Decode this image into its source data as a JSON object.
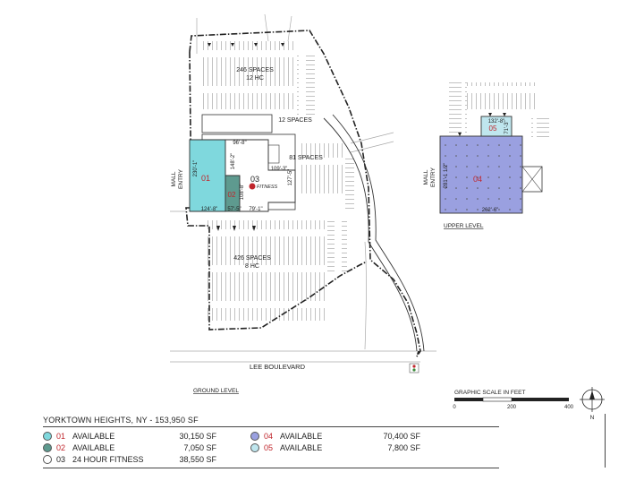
{
  "map": {
    "parking": {
      "north": [
        "246 SPACES",
        "12 HC"
      ],
      "east_small": "12 SPACES",
      "east": "81 SPACES",
      "south": [
        "426 SPACES",
        "8 HC"
      ]
    },
    "mall_entry_left": [
      "MALL",
      "ENTRY"
    ],
    "mall_entry_right": [
      "MALL",
      "ENTRY"
    ],
    "road": "LEE BOULEVARD",
    "ground_level": "GROUND LEVEL",
    "upper_level": "UPPER LEVEL",
    "spaces": {
      "s01": "01",
      "s02": "02",
      "s03": "03",
      "s04": "04",
      "s05": "05"
    },
    "fitness_logo": "FITNESS",
    "dimensions": {
      "d1": "96'-8\"",
      "d2": "148'-2\"",
      "d3": "109'-3\"",
      "d4": "127'-5\"",
      "d5": "230'-1\"",
      "d6": "108'-8\"",
      "d7": "124'-8\"",
      "d8": "57'-5\"",
      "d9": "79'-1\"",
      "d10": "132'-8\"",
      "d11": "71'-3\"",
      "d12": "281'-1 1/2\"",
      "d13": "262'-6\""
    },
    "scale": {
      "title": "GRAPHIC SCALE IN FEET",
      "ticks": [
        "0",
        "200",
        "400"
      ]
    },
    "north_label": "N"
  },
  "legend": {
    "title": "YORKTOWN HEIGHTS, NY - 153,950 SF",
    "rows": [
      {
        "id": "01",
        "label": "AVAILABLE",
        "sf": "30,150 SF",
        "color": "#7fd8dd"
      },
      {
        "id": "02",
        "label": "AVAILABLE",
        "sf": "7,050 SF",
        "color": "#5e9a8f"
      },
      {
        "id": "03",
        "label": "24 HOUR FITNESS",
        "sf": "38,550 SF",
        "color": "#ffffff"
      },
      {
        "id": "04",
        "label": "AVAILABLE",
        "sf": "70,400 SF",
        "color": "#9aa0e0"
      },
      {
        "id": "05",
        "label": "AVAILABLE",
        "sf": "7,800 SF",
        "color": "#bfe6ee"
      }
    ]
  },
  "colors": {
    "space01": "#7fd8dd",
    "space02": "#5e9a8f",
    "space04": "#9aa0e0",
    "space05": "#bfe6ee",
    "red_label": "#c0262c"
  }
}
